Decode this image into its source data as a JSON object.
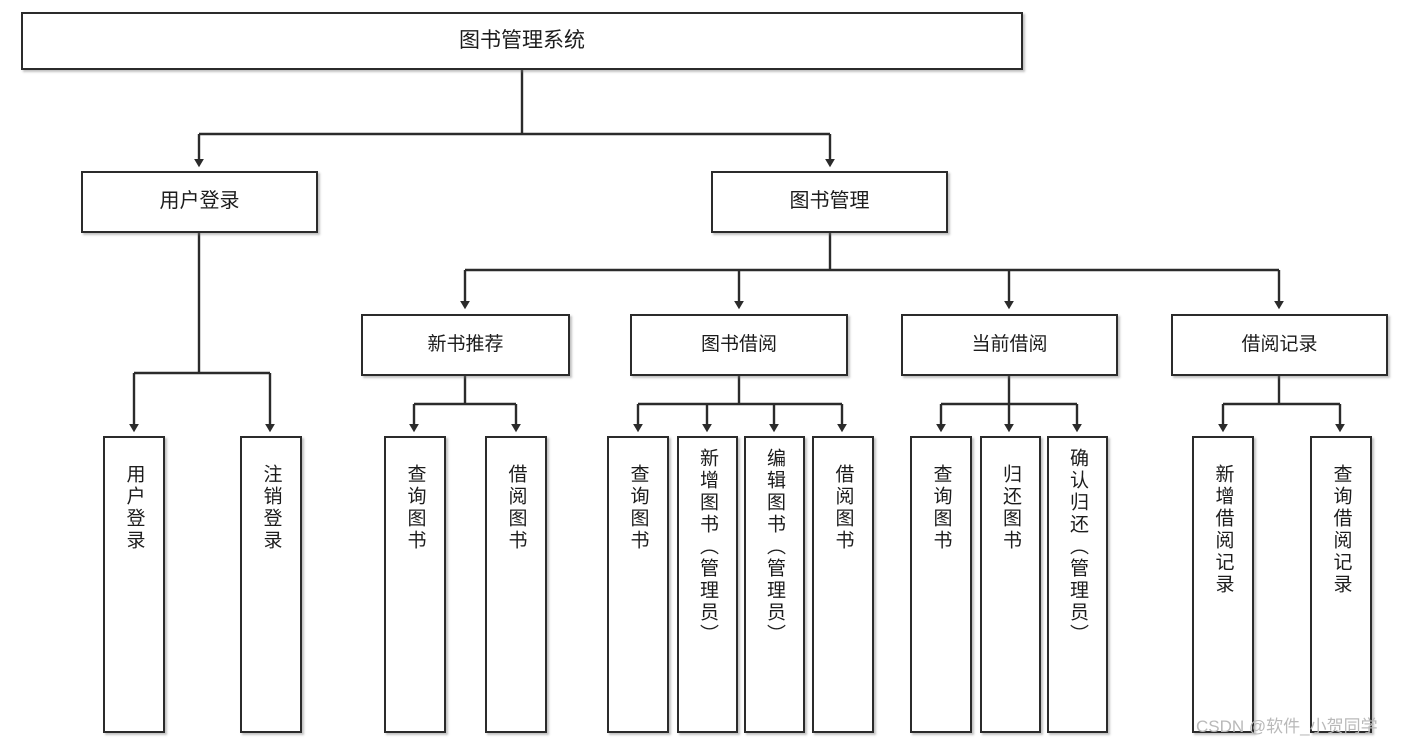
{
  "diagram": {
    "kind": "hierarchy-tree",
    "title": "图书管理系统",
    "colors": {
      "box_border": "#2b2b2b",
      "box_fill": "#ffffff",
      "edge": "#2b2b2b",
      "text": "#1c1c1c",
      "watermark": "#b9b9b9",
      "canvas": "#ffffff"
    },
    "root": {
      "label": "图书管理系统"
    },
    "level1": [
      {
        "label": "用户登录"
      },
      {
        "label": "图书管理"
      }
    ],
    "level2": [
      {
        "label": "新书推荐"
      },
      {
        "label": "图书借阅"
      },
      {
        "label": "当前借阅"
      },
      {
        "label": "借阅记录"
      }
    ],
    "leaves": {
      "user_login": [
        {
          "label": "用户登录"
        },
        {
          "label": "注销登录"
        }
      ],
      "new_book_recommend": [
        {
          "label": "查询图书"
        },
        {
          "label": "借阅图书"
        }
      ],
      "book_borrow": [
        {
          "label": "查询图书"
        },
        {
          "label": "新增图书（管理员）"
        },
        {
          "label": "编辑图书（管理员）"
        },
        {
          "label": "借阅图书"
        }
      ],
      "current_borrow": [
        {
          "label": "查询图书"
        },
        {
          "label": "归还图书"
        },
        {
          "label": "确认归还（管理员）"
        }
      ],
      "borrow_record": [
        {
          "label": "新增借阅记录"
        },
        {
          "label": "查询借阅记录"
        }
      ]
    },
    "watermark": "CSDN @软件_小贺同学"
  }
}
